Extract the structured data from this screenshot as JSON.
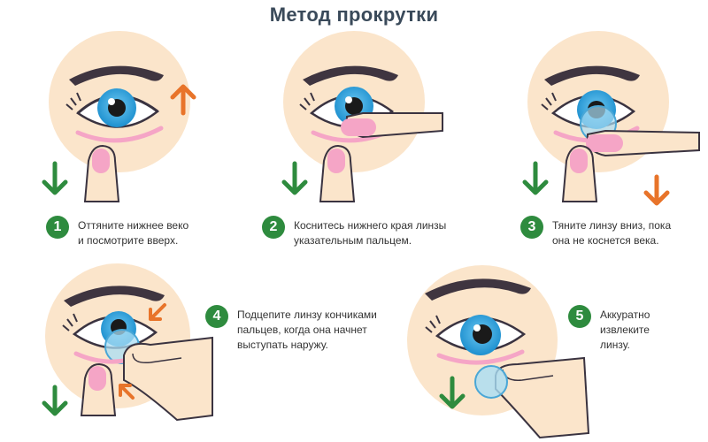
{
  "title": "Метод прокрутки",
  "colors": {
    "skin": "#fbe5cb",
    "iris": "#1fa0dc",
    "lens": "#a9ddf4",
    "nail": "#f5a5c6",
    "eyeline": "#3a3340",
    "green_arrow": "#2e8b3e",
    "orange_arrow": "#e8742a",
    "badge": "#2e8b3e"
  },
  "steps": [
    {
      "number": "1",
      "text": "Оттяните нижнее веко\nи посмотрите вверх."
    },
    {
      "number": "2",
      "text": "Коснитесь нижнего края линзы\nуказательным пальцем."
    },
    {
      "number": "3",
      "text": "Тяните линзу вниз, пока\nона не коснется века."
    },
    {
      "number": "4",
      "text": "Подцепите линзу кончиками\nпальцев, когда она начнет\nвыступать наружу."
    },
    {
      "number": "5",
      "text": "Аккуратно\nизвлеките\nлинзу."
    }
  ],
  "icons": [
    "arrow-down-icon",
    "arrow-up-icon",
    "arrow-diagonal-icon"
  ]
}
